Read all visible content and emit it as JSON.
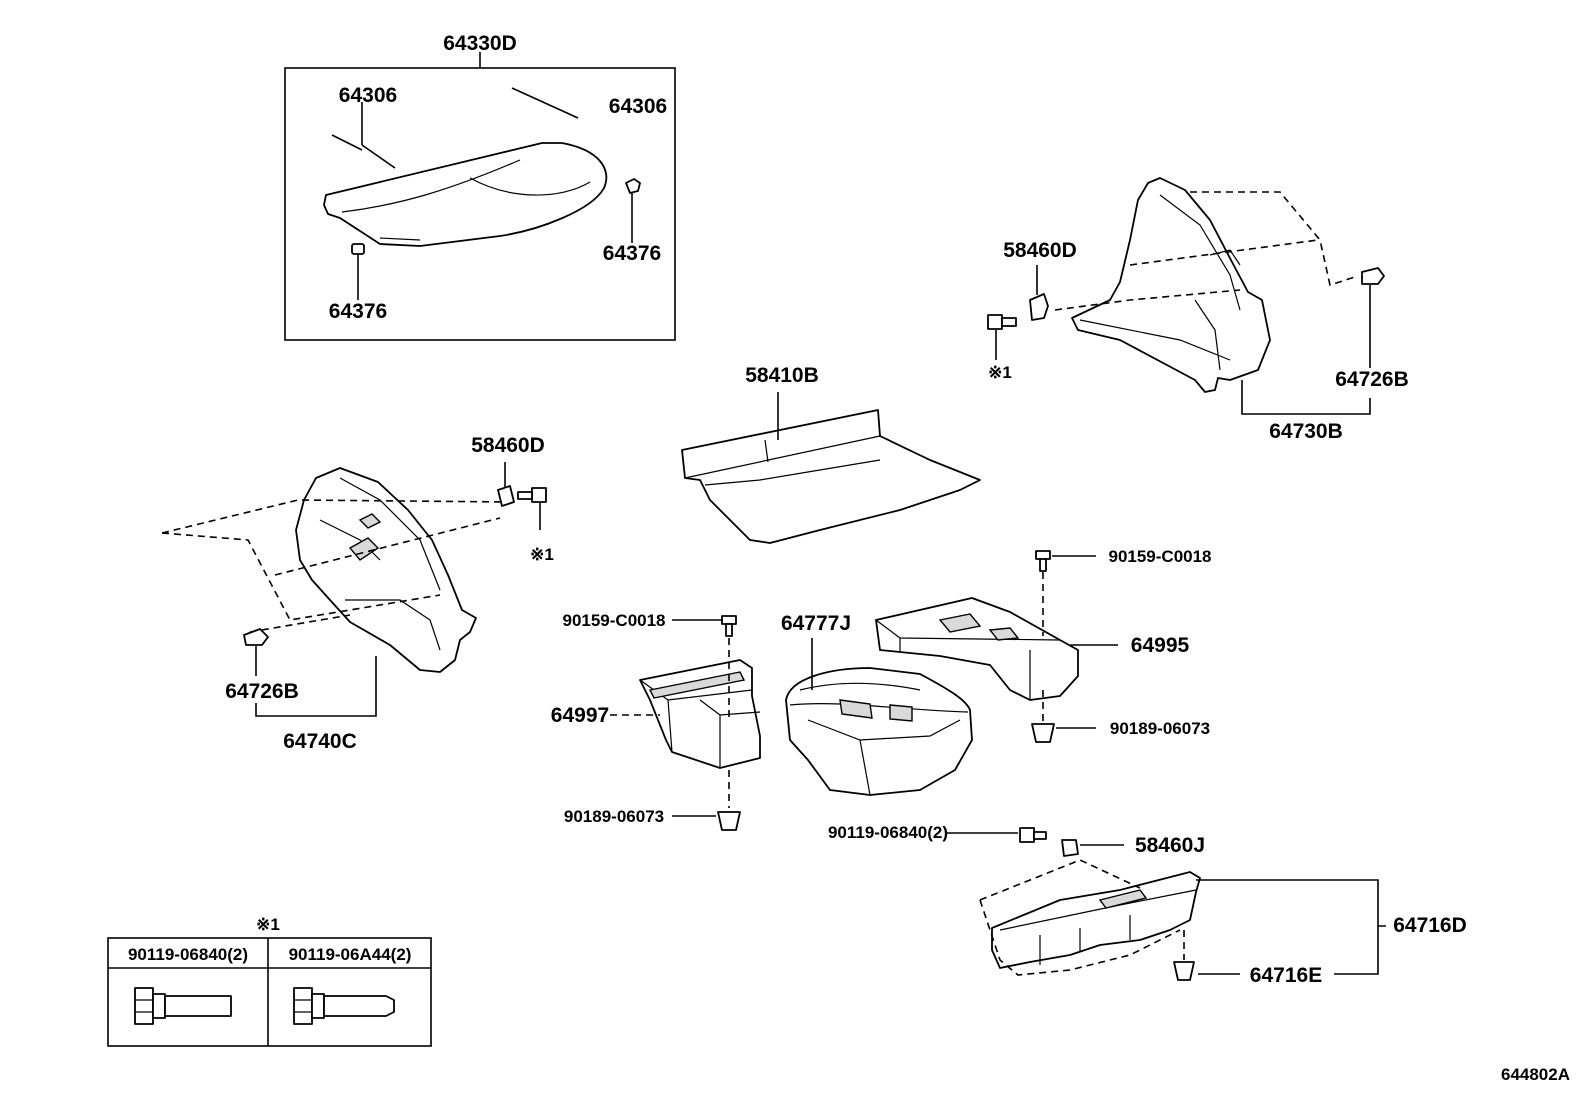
{
  "diagram_code": "644802A",
  "labels": {
    "top_assembly": "64330D",
    "board_left": "64306",
    "board_right": "64306",
    "clip_right": "64376",
    "clip_left": "64376",
    "mat": "58410B",
    "rh_hook": "58460D",
    "rh_bolt_mark": "※1",
    "rh_clip": "64726B",
    "rh_panel": "64730B",
    "lh_hook": "58460D",
    "lh_bolt_mark": "※1",
    "lh_clip": "64726B",
    "lh_panel": "64740C",
    "screw_left": "90159-C0018",
    "screw_right": "90159-C0018",
    "box_center": "64777J",
    "box_right": "64995",
    "box_left": "64997",
    "clip_box_left": "90189-06073",
    "clip_box_right": "90189-06073",
    "rear_bolt": "90119-06840(2)",
    "rear_hook": "58460J",
    "rear_plate": "64716D",
    "rear_clip": "64716E"
  },
  "legend": {
    "mark": "※1",
    "col1": "90119-06840(2)",
    "col2": "90119-06A44(2)"
  }
}
